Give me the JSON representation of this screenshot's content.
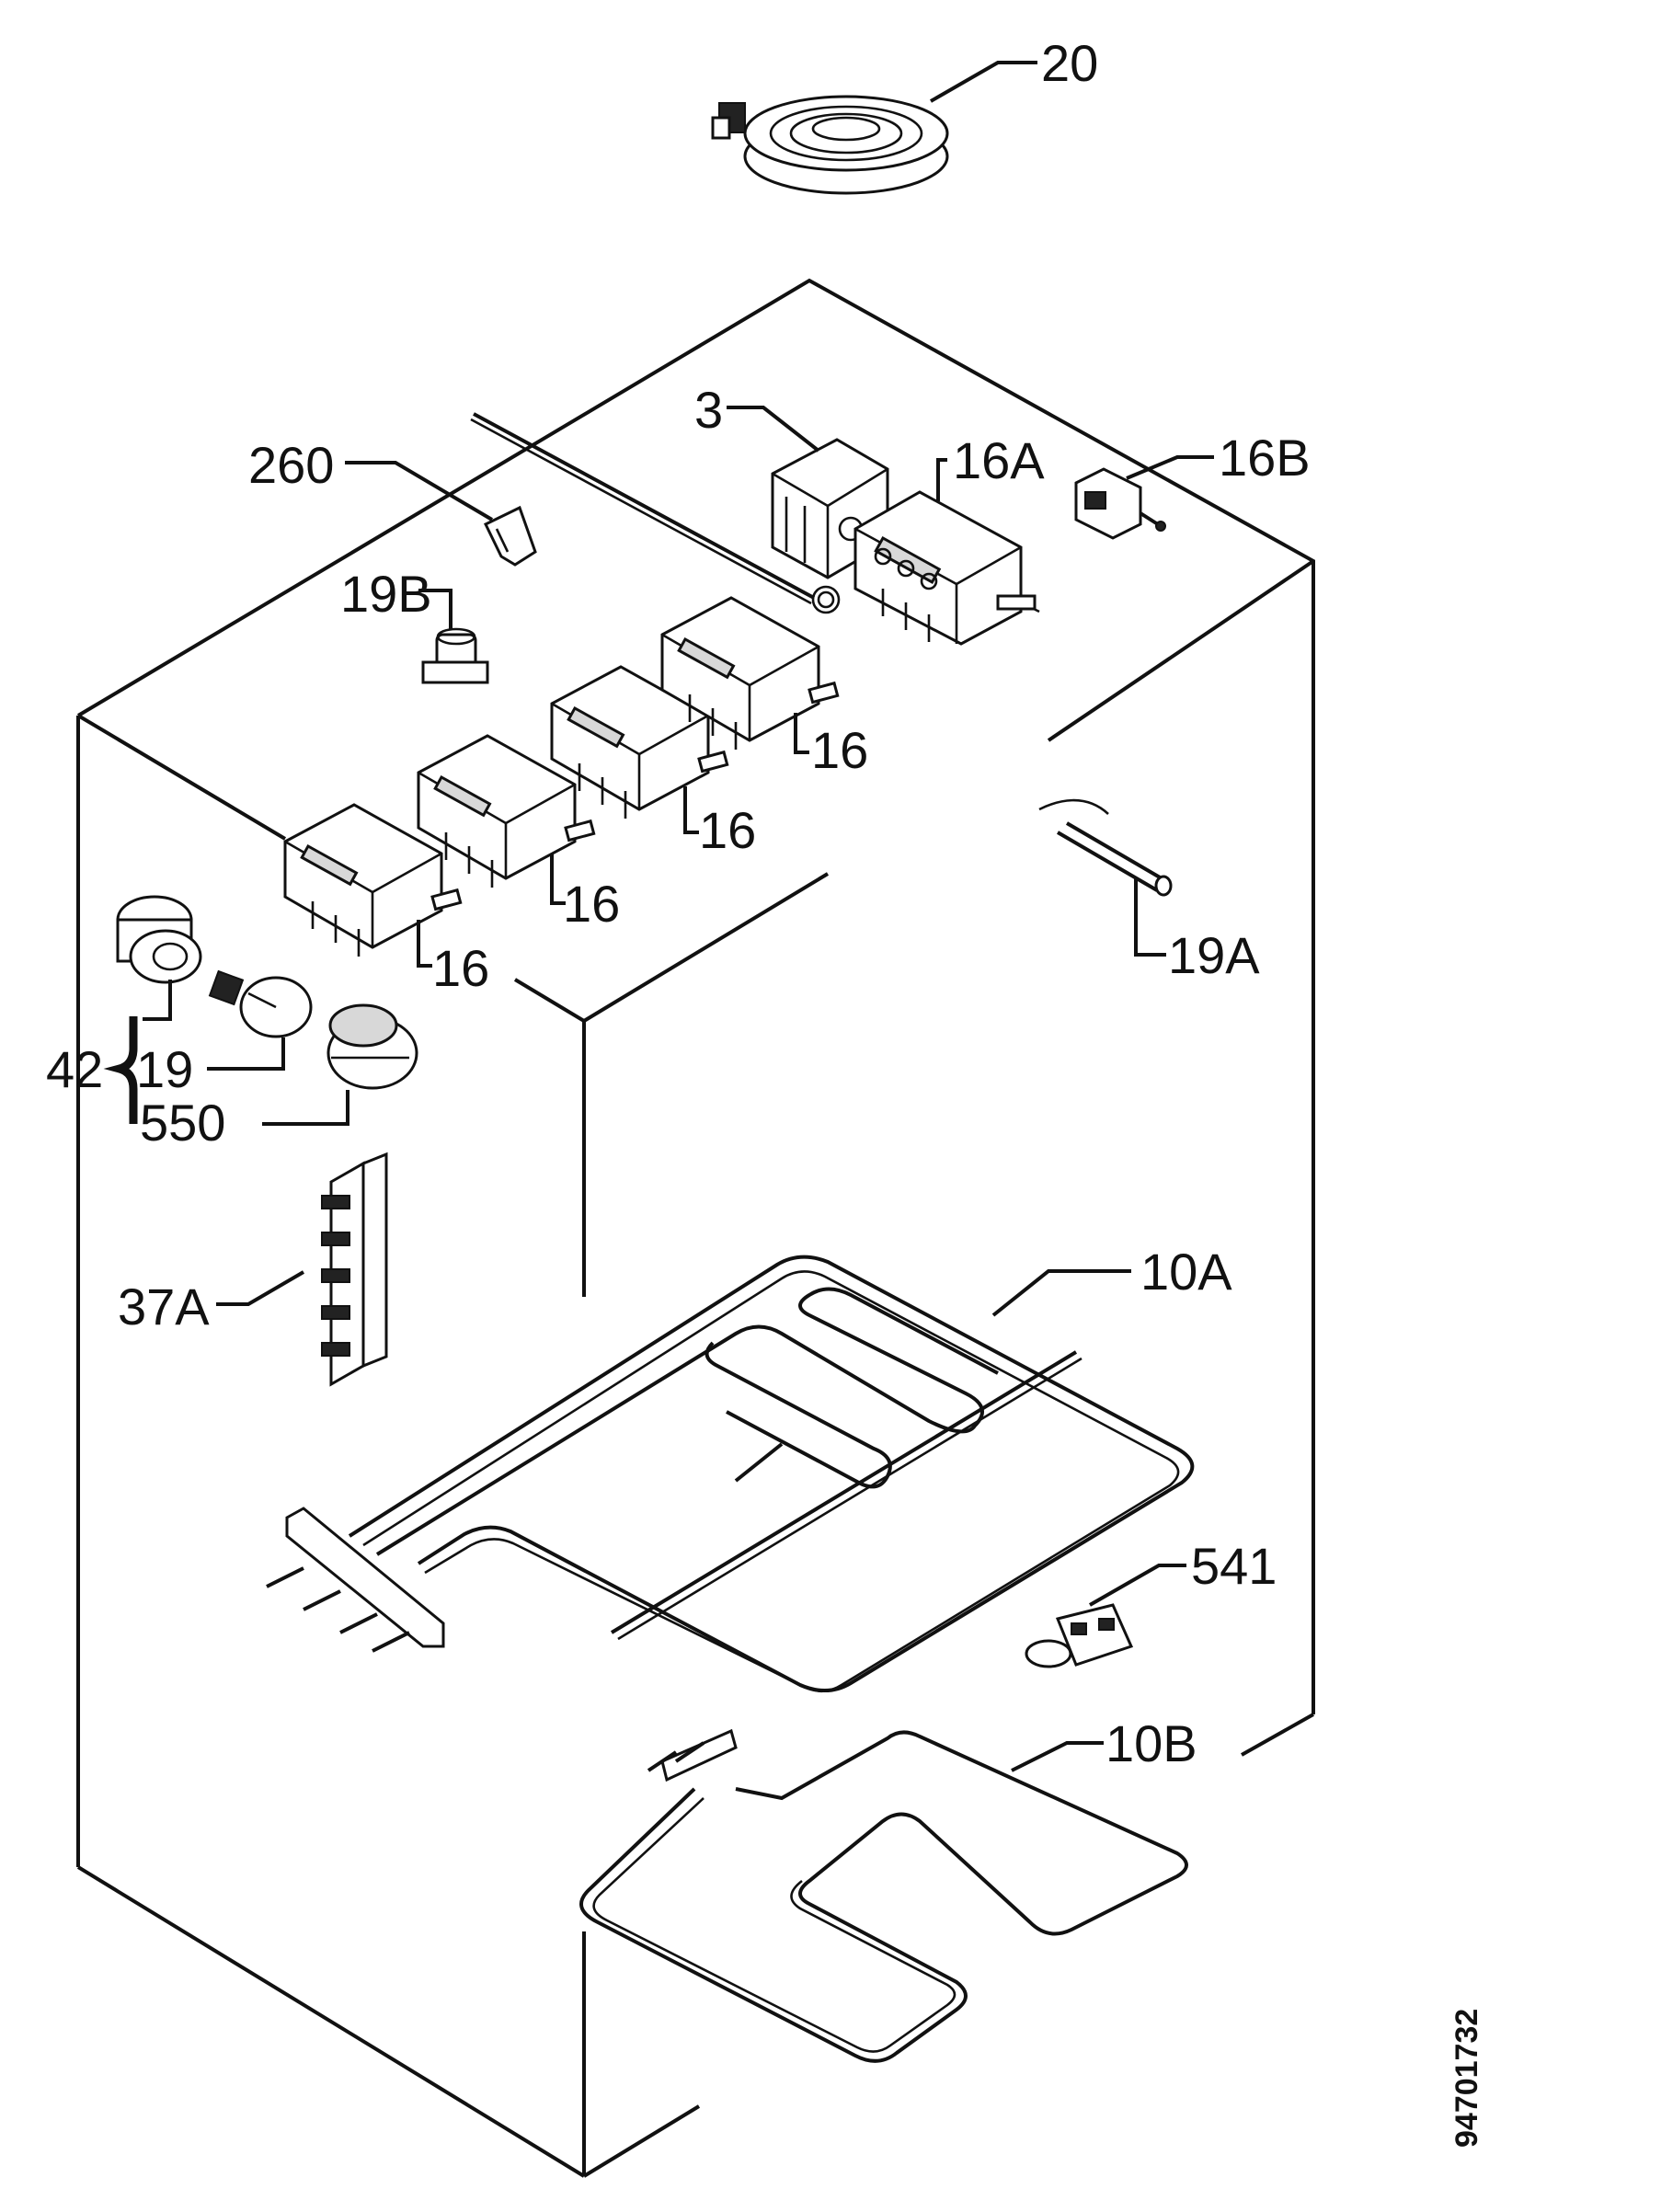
{
  "diagram": {
    "document_number": "94701732",
    "callouts": {
      "hotplate": "20",
      "thermostat": "3",
      "switch_16a": "16A",
      "push_switch_16b": "16B",
      "clip_260": "260",
      "lamp_switch_19b": "19B",
      "selector_1": "16",
      "selector_2": "16",
      "selector_3": "16",
      "selector_4": "16",
      "probe_19a": "19A",
      "lamp_assembly": "42",
      "lamp_bulb": "19",
      "lamp_cover": "550",
      "terminal_block": "37A",
      "top_heating_element": "10A",
      "bracket_541": "541",
      "bottom_heating_element": "10B"
    }
  }
}
